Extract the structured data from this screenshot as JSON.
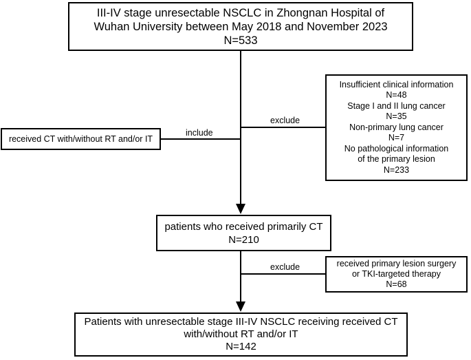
{
  "top_box": {
    "lines": [
      "III-IV stage unresectable NSCLC in Zhongnan Hospital of",
      "Wuhan University between May 2018 and November 2023",
      "N=533"
    ]
  },
  "exclusion_1": {
    "label": "exclude",
    "lines": [
      "Insufficient clinical information",
      "N=48",
      "Stage I and II lung cancer",
      "N=35",
      "Non-primary lung cancer",
      "N=7",
      "No pathological information",
      "of the primary lesion",
      "N=233"
    ]
  },
  "inclusion": {
    "label": "include",
    "box_text": "received CT with/without RT and/or IT"
  },
  "middle_box": {
    "lines": [
      "patients who received primarily CT",
      "N=210"
    ]
  },
  "exclusion_2": {
    "label": "exclude",
    "lines": [
      "received primary lesion surgery",
      "or TKI-targeted therapy",
      "N=68"
    ]
  },
  "bottom_box": {
    "lines": [
      "Patients with unresectable stage III-IV NSCLC receiving received CT",
      "with/without RT and/or IT",
      "N=142"
    ]
  },
  "colors": {
    "stroke": "#000000",
    "background": "#ffffff"
  }
}
